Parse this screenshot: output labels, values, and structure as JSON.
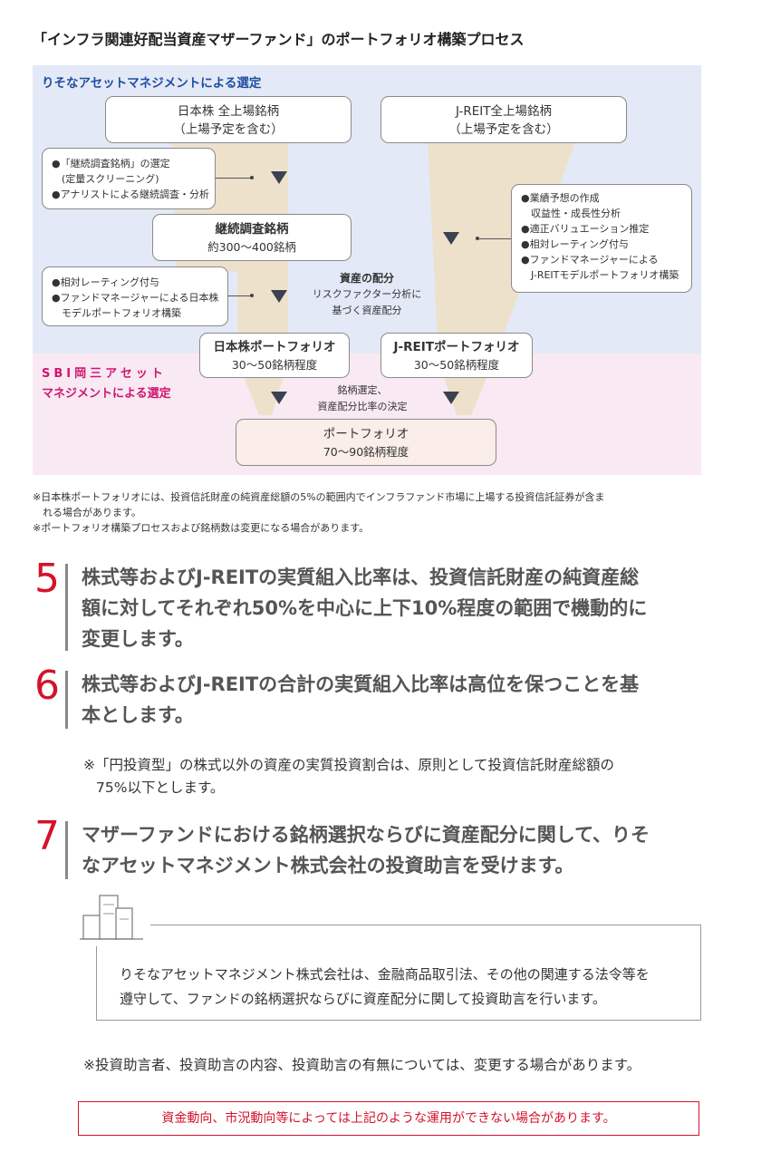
{
  "title": "「インフラ関連好配当資産マザーファンド」のポートフォリオ構築プロセス",
  "diagram": {
    "zone_blue_label": "りそなアセットマネジメントによる選定",
    "zone_pink_label_line1": "SBI岡三アセット",
    "zone_pink_label_line2": "マネジメントによる選定",
    "jp_universe": {
      "line1": "日本株 全上場銘柄",
      "line2": "（上場予定を含む）"
    },
    "reit_universe": {
      "line1": "J-REIT全上場銘柄",
      "line2": "（上場予定を含む）"
    },
    "continuing": {
      "line1": "継続調査銘柄",
      "line2": "約300～400銘柄"
    },
    "jp_portfolio": {
      "line1": "日本株ポートフォリオ",
      "line2": "30～50銘柄程度"
    },
    "reit_portfolio": {
      "line1": "J-REITポートフォリオ",
      "line2": "30～50銘柄程度"
    },
    "final_portfolio": {
      "line1": "ポートフォリオ",
      "line2": "70～90銘柄程度"
    },
    "note_screening": [
      "●「継続調査銘柄」の選定",
      "　(定量スクリーニング)",
      "●アナリストによる継続調査・分析"
    ],
    "note_rating": [
      "●相対レーティング付与",
      "●ファンドマネージャーによる日本株",
      "　モデルポートフォリオ構築"
    ],
    "note_reit": [
      "●業績予想の作成",
      "　収益性・成長性分析",
      "●適正バリュエーション推定",
      "●相対レーティング付与",
      "●ファンドマネージャーによる",
      "　J-REITモデルポートフォリオ構築"
    ],
    "asset_alloc_title": "資産の配分",
    "asset_alloc_line1": "リスクファクター分析に",
    "asset_alloc_line2": "基づく資産配分",
    "selection_line1": "銘柄選定、",
    "selection_line2": "資産配分比率の決定"
  },
  "footnotes": [
    "※日本株ポートフォリオには、投資信託財産の純資産総額の5%の範囲内でインフラファンド市場に上場する投資信託証券が含ま",
    "　れる場合があります。",
    "※ポートフォリオ構築プロセスおよび銘柄数は変更になる場合があります。"
  ],
  "items": [
    {
      "num": "5",
      "lines": [
        "株式等およびJ-REITの実質組入比率は、投資信託財産の純資産総",
        "額に対してそれぞれ50%を中心に上下10%程度の範囲で機動的に",
        "変更します。"
      ]
    },
    {
      "num": "6",
      "lines": [
        "株式等およびJ-REITの合計の実質組入比率は高位を保つことを基",
        "本とします。"
      ]
    },
    {
      "num": "7",
      "lines": [
        "マザーファンドにおける銘柄選択ならびに資産配分に関して、りそ",
        "なアセットマネジメント株式会社の投資助言を受けます。"
      ]
    }
  ],
  "item6_note": [
    "※「円投資型」の株式以外の資産の実質投資割合は、原則として投資信託財産総額の",
    "75%以下とします。"
  ],
  "advisor_text": [
    "りそなアセットマネジメント株式会社は、金融商品取引法、その他の関連する法令等を",
    "遵守して、ファンドの銘柄選択ならびに資産配分に関して投資助言を行います。"
  ],
  "advisor_note": "※投資助言者、投資助言の内容、投資助言の有無については、変更する場合があります。",
  "warning": "資金動向、市況動向等によっては上記のような運用ができない場合があります。",
  "colors": {
    "accent_red": "#d4132a",
    "blue_zone": "#e4e9f7",
    "pink_zone": "#f8e9f3",
    "funnel": "#ede1cc",
    "brand_blue": "#1e4fa0",
    "brand_pink": "#d0156f"
  }
}
